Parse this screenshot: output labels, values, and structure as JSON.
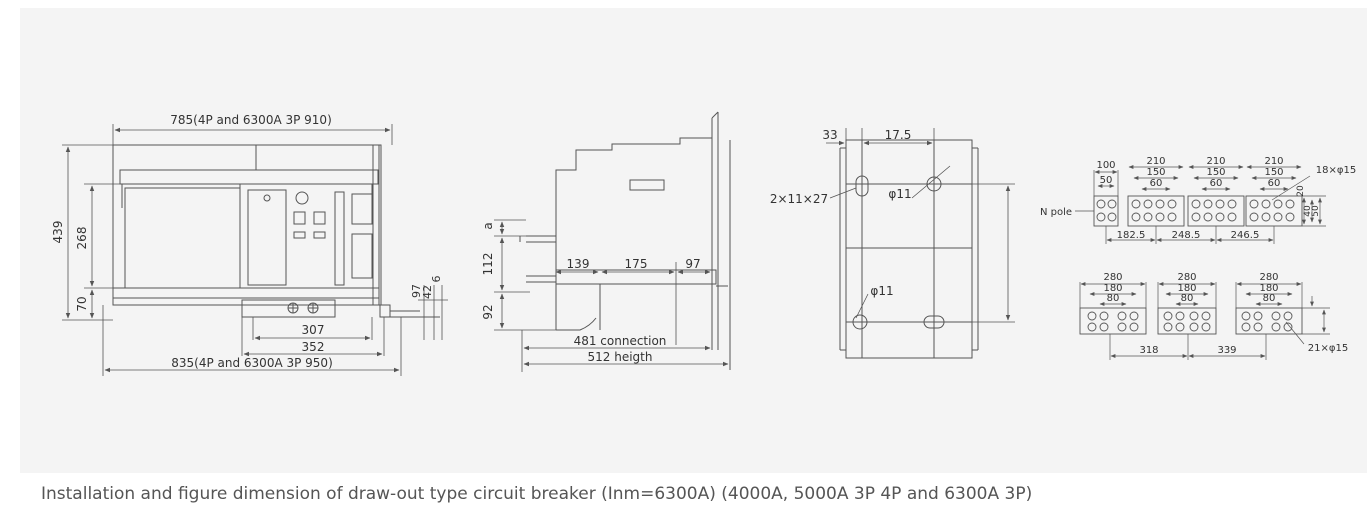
{
  "caption": "Installation and figure dimension of draw-out type circuit breaker (Inm=6300A) (4000A, 5000A 3P 4P and 6300A 3P)",
  "colors": {
    "panel": "#f4f4f4",
    "line": "#555555",
    "text": "#333333",
    "caption": "#555555"
  },
  "front_view": {
    "width_top": "785(4P and 6300A 3P 910)",
    "height_total": "439",
    "height_mid": "268",
    "height_bottom": "70",
    "dim_97": "97",
    "dim_42": "42",
    "dim_6": "6",
    "dim_307": "307",
    "dim_352": "352",
    "width_bottom": "835(4P and 6300A 3P 950)"
  },
  "side_view": {
    "dim_a": "a",
    "dim_112": "112",
    "dim_92": "92",
    "dim_139": "139",
    "dim_175": "175",
    "dim_97": "97",
    "connection": "481 connection",
    "height": "512 heigth"
  },
  "mounting_plate": {
    "dim_33": "33",
    "dim_17_5": "17.5",
    "slot": "2×11×27",
    "hole_top": "φ11",
    "hole_bottom": "φ11"
  },
  "terminals_top": {
    "w100": "100",
    "w50": "50",
    "g1_210": "210",
    "g1_150": "150",
    "g1_60": "60",
    "g2_210": "210",
    "g2_150": "150",
    "g2_60": "60",
    "g3_210": "210",
    "g3_150": "150",
    "g3_60": "60",
    "holes": "18×φ15",
    "n_pole": "N pole",
    "h20": "20",
    "h40": "40",
    "h50": "50",
    "s182_5": "182.5",
    "s248_5": "248.5",
    "s246_5": "246.5"
  },
  "terminals_bottom": {
    "g1_280": "280",
    "g1_180": "180",
    "g1_80": "80",
    "g2_280": "280",
    "g2_180": "180",
    "g2_80": "80",
    "g3_280": "280",
    "g3_180": "180",
    "g3_80": "80",
    "s318": "318",
    "s339": "339",
    "holes": "21×φ15"
  }
}
